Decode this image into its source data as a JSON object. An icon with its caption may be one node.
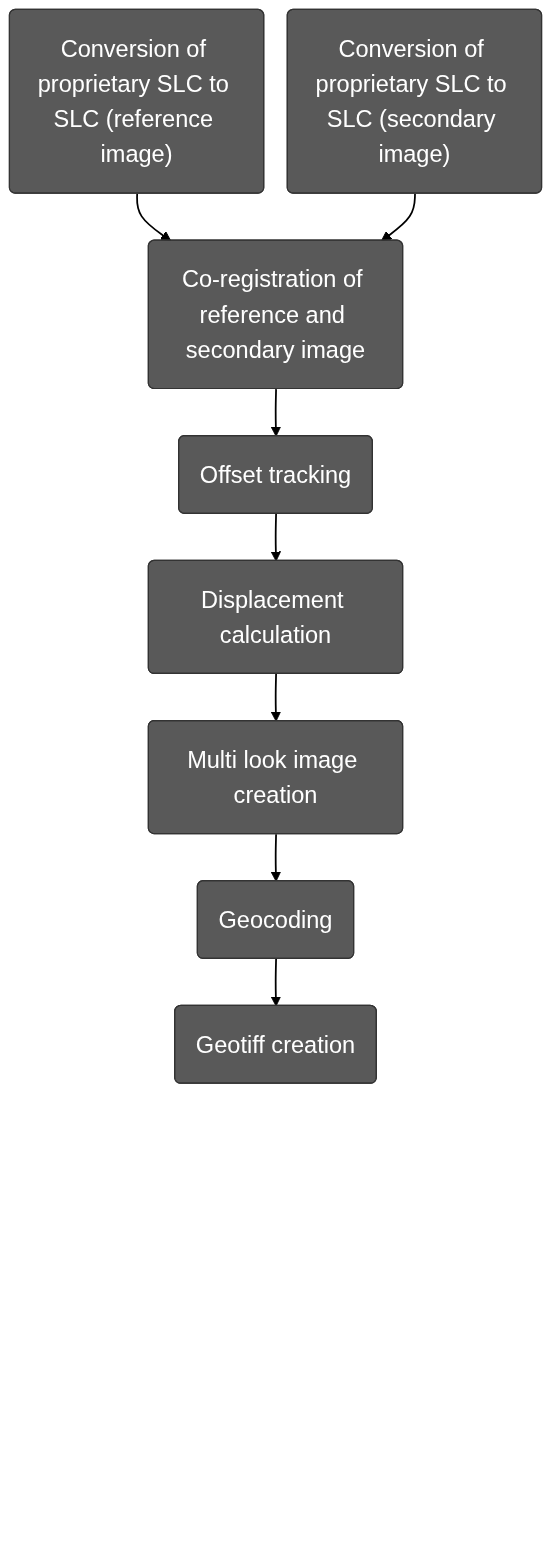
{
  "diagram": {
    "nodes": [
      {
        "text": [
          "Conversion of proprietary SLC to SLC (reference image)"
        ]
      },
      {
        "text": [
          "Conversion of proprietary SLC to SLC (secondary image)"
        ]
      },
      {
        "text": [
          "Co-registration of reference and secondary image"
        ]
      },
      {
        "text": [
          "Offset tracking"
        ]
      },
      {
        "text": [
          "Displacement calculation"
        ]
      },
      {
        "text": [
          "Multi look image creation"
        ]
      },
      {
        "text": [
          "Geocoding"
        ]
      },
      {
        "text": [
          "Geotiff creation"
        ]
      }
    ],
    "edges": [
      {
        "from": 0,
        "to": 2,
        "arrow": "to"
      },
      {
        "from": 1,
        "to": 2,
        "arrow": "to"
      },
      {
        "from": 2,
        "to": 3,
        "arrow": "to"
      },
      {
        "from": 3,
        "to": 4,
        "arrow": "to"
      },
      {
        "from": 4,
        "to": 5,
        "arrow": "to"
      },
      {
        "from": 5,
        "to": 6,
        "arrow": "to"
      },
      {
        "from": 6,
        "to": 7,
        "arrow": "to"
      }
    ]
  }
}
